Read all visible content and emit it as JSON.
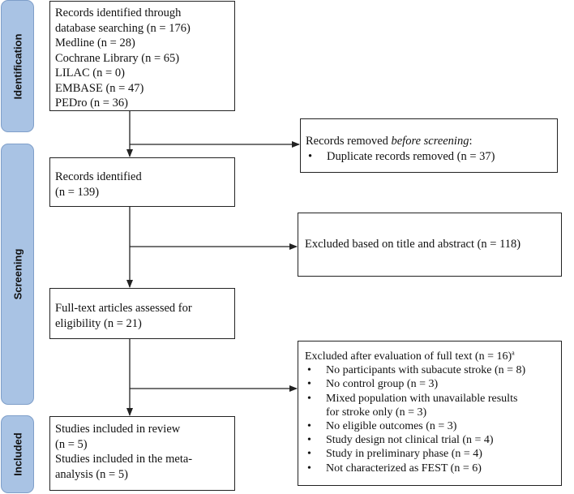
{
  "phases": {
    "identification": "Identification",
    "screening": "Screening",
    "included": "Included"
  },
  "identified_box": {
    "lines": [
      "Records identified through",
      "database searching (n = 176)",
      "Medline (n = 28)",
      "Cochrane Library (n = 65)",
      "LILAC (n = 0)",
      "EMBASE (n = 47)",
      "PEDro (n = 36)"
    ]
  },
  "removed_box": {
    "title_prefix": "Records removed ",
    "title_italic": "before screening",
    "title_suffix": ":",
    "bullet": "•",
    "item": "Duplicate records removed (n = 37)"
  },
  "records_box": {
    "lines": [
      "Records identified",
      "(n = 139)"
    ]
  },
  "title_abstract_box": {
    "text": "Excluded based on title and abstract (n = 118)"
  },
  "fulltext_box": {
    "lines": [
      "Full-text articles assessed for",
      "eligibility (n = 21)"
    ]
  },
  "excluded_fulltext_box": {
    "title": "Excluded after evaluation of full text (n = 16)",
    "title_sup": "a",
    "bullet": "•",
    "items": [
      "No participants with subacute stroke (n = 8)",
      "No control group (n = 3)",
      "Mixed population with unavailable results for stroke only (n = 3)",
      "No eligible outcomes (n = 3)",
      "Study design not clinical trial (n = 4)",
      "Study in preliminary phase (n = 4)",
      "Not characterized as FEST (n = 6)"
    ]
  },
  "included_box": {
    "lines": [
      "Studies included in review",
      "(n = 5)",
      "Studies included in the meta-",
      "analysis (n = 5)"
    ]
  }
}
